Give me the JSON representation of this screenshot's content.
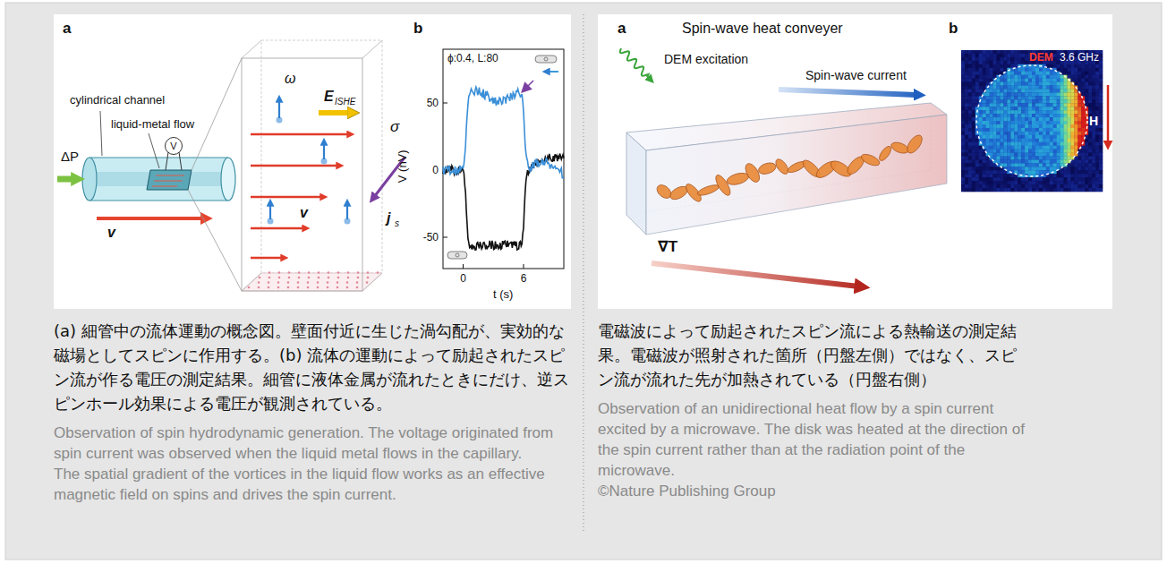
{
  "diagram": {
    "labels": [
      "a",
      "ΔP",
      "cylindrical channel",
      "liquid-metal flow",
      "V",
      "v",
      "ω",
      "E",
      "ISHE",
      "σ",
      "j",
      "s",
      "v",
      "b",
      "ϕ:0.4, L:80",
      "50",
      "0",
      "-50",
      "V (nV)",
      "0",
      "6",
      "t (s)",
      "(a) 細管中の流体運動の概念図。壁面付近に生じた渦勾配が、実効的な磁場としてスピンに作用する。(b) 流体の運動によって励起されたスピン流が作る電圧の測定結果。細管に液体金属が流れたときにだけ、逆スピンホール効果による電圧が観測されている。",
      "Observation of spin hydrodynamic generation. The voltage originated from spin current was observed when the liquid metal flows in the capillary.",
      "The spatial gradient of the vortices in the liquid flow works as an effective magnetic field on spins and drives the spin current.",
      "a",
      "Spin-wave heat conveyer",
      "DEM excitation",
      "Spin-wave current",
      "∇T",
      "b",
      "DEM",
      "3.6 GHz",
      "H",
      "電磁波によって励起されたスピン流による熱輸送の測定結果。電磁波が照射された箇所（円盤左側）ではなく、スピン流が流れた先が加熱されている（円盤右側）",
      "Observation of an unidirectional heat flow by a spin current excited by a microwave. The disk was heated at the direction of the spin current rather than at the radiation point of the microwave.",
      "©Nature Publishing Group"
    ]
  }
}
